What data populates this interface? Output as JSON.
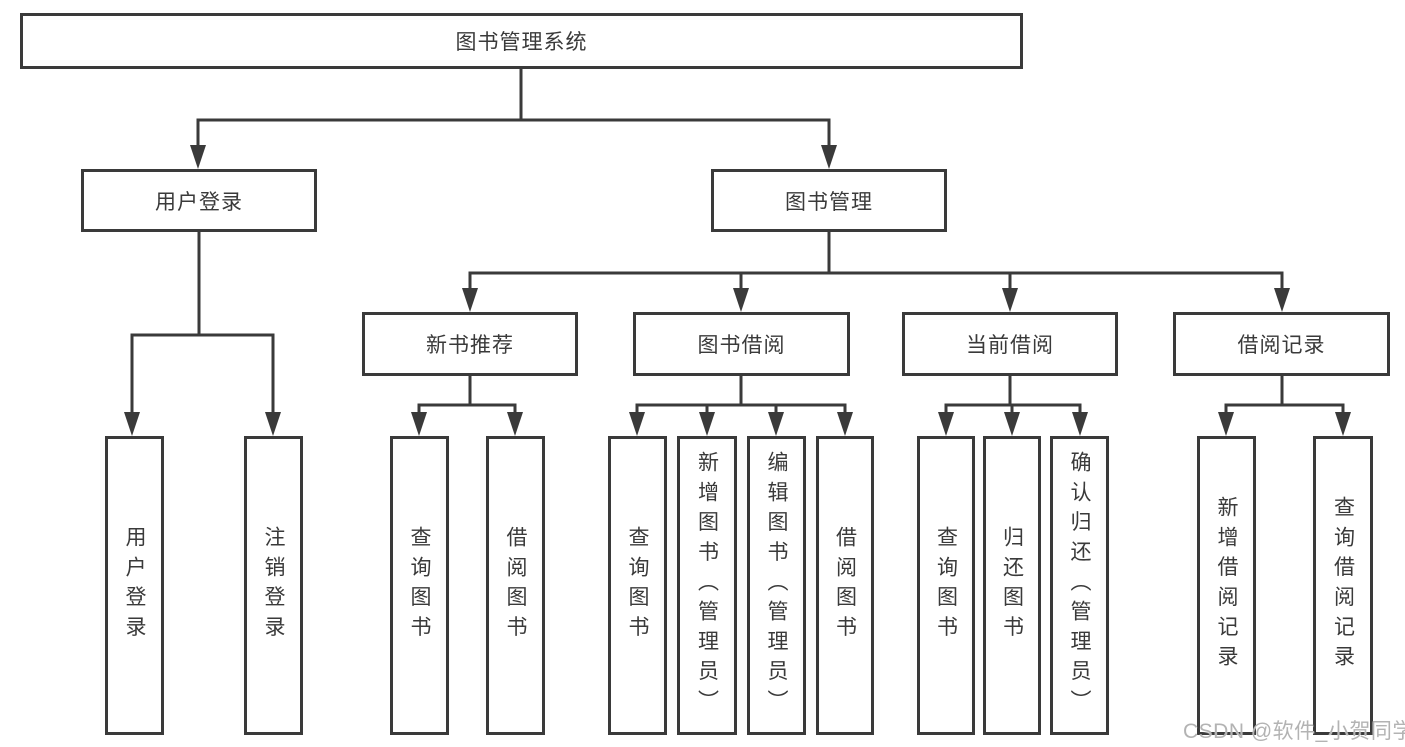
{
  "diagram_title": "图书管理系统",
  "watermark": "CSDN @软件_小贺同学",
  "colors": {
    "line": "#3a3a3a",
    "text": "#3a3a3a",
    "background": "#ffffff",
    "watermark": "#b3b3b3"
  },
  "nodes": {
    "root": {
      "label": "图书管理系统"
    },
    "level1": [
      {
        "label": "用户登录"
      },
      {
        "label": "图书管理"
      }
    ],
    "level2": [
      {
        "label": "新书推荐"
      },
      {
        "label": "图书借阅"
      },
      {
        "label": "当前借阅"
      },
      {
        "label": "借阅记录"
      }
    ],
    "leaves": [
      {
        "label": "用户登录"
      },
      {
        "label": "注销登录"
      },
      {
        "label": "查询图书"
      },
      {
        "label": "借阅图书"
      },
      {
        "label": "查询图书"
      },
      {
        "label": "新增图书（管理员）"
      },
      {
        "label": "编辑图书（管理员）"
      },
      {
        "label": "借阅图书"
      },
      {
        "label": "查询图书"
      },
      {
        "label": "归还图书"
      },
      {
        "label": "确认归还（管理员）"
      },
      {
        "label": "新增借阅记录"
      },
      {
        "label": "查询借阅记录"
      }
    ]
  },
  "hierarchy": {
    "图书管理系统": [
      "用户登录",
      "图书管理"
    ],
    "用户登录": [
      "用户登录",
      "注销登录"
    ],
    "图书管理": [
      "新书推荐",
      "图书借阅",
      "当前借阅",
      "借阅记录"
    ],
    "新书推荐": [
      "查询图书",
      "借阅图书"
    ],
    "图书借阅": [
      "查询图书",
      "新增图书（管理员）",
      "编辑图书（管理员）",
      "借阅图书"
    ],
    "当前借阅": [
      "查询图书",
      "归还图书",
      "确认归还（管理员）"
    ],
    "借阅记录": [
      "新增借阅记录",
      "查询借阅记录"
    ]
  }
}
